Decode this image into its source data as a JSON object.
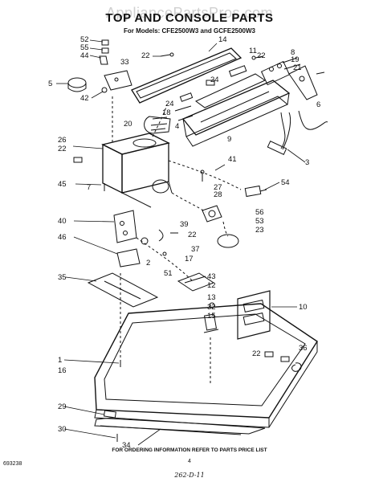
{
  "header": {
    "watermark": "AppliancePartsPros.com",
    "title": "TOP AND CONSOLE PARTS",
    "subtitle": "For Models: CFE2500W3 and GCFE2500W3"
  },
  "footer": {
    "note": "FOR ORDERING INFORMATION REFER TO PARTS PRICE LIST",
    "page": "4",
    "handwritten": "262-D-11",
    "doc_number": "693238"
  },
  "callouts": [
    {
      "id": "c52",
      "label": "52"
    },
    {
      "id": "c55",
      "label": "55"
    },
    {
      "id": "c44",
      "label": "44"
    },
    {
      "id": "c33",
      "label": "33"
    },
    {
      "id": "c5",
      "label": "5"
    },
    {
      "id": "c42",
      "label": "42"
    },
    {
      "id": "c22a",
      "label": "22"
    },
    {
      "id": "c14",
      "label": "14"
    },
    {
      "id": "c11",
      "label": "11"
    },
    {
      "id": "c22b",
      "label": "22"
    },
    {
      "id": "c8",
      "label": "8"
    },
    {
      "id": "c19",
      "label": "19"
    },
    {
      "id": "c21",
      "label": "21"
    },
    {
      "id": "c24a",
      "label": "24"
    },
    {
      "id": "c24b",
      "label": "24"
    },
    {
      "id": "c18",
      "label": "18"
    },
    {
      "id": "c4",
      "label": "4"
    },
    {
      "id": "c6",
      "label": "6"
    },
    {
      "id": "c20",
      "label": "20"
    },
    {
      "id": "c9",
      "label": "9"
    },
    {
      "id": "c26",
      "label": "26"
    },
    {
      "id": "c22c",
      "label": "22"
    },
    {
      "id": "c3",
      "label": "3"
    },
    {
      "id": "c41",
      "label": "41"
    },
    {
      "id": "c45",
      "label": "45"
    },
    {
      "id": "c7",
      "label": "7"
    },
    {
      "id": "c27",
      "label": "27"
    },
    {
      "id": "c28",
      "label": "28"
    },
    {
      "id": "c54",
      "label": "54"
    },
    {
      "id": "c56",
      "label": "56"
    },
    {
      "id": "c53",
      "label": "53"
    },
    {
      "id": "c40",
      "label": "40"
    },
    {
      "id": "c39",
      "label": "39"
    },
    {
      "id": "c23",
      "label": "23"
    },
    {
      "id": "c22d",
      "label": "22"
    },
    {
      "id": "c46",
      "label": "46"
    },
    {
      "id": "c37",
      "label": "37"
    },
    {
      "id": "c17",
      "label": "17"
    },
    {
      "id": "c2",
      "label": "2"
    },
    {
      "id": "c51",
      "label": "51"
    },
    {
      "id": "c35",
      "label": "35"
    },
    {
      "id": "c43",
      "label": "43"
    },
    {
      "id": "c12",
      "label": "12"
    },
    {
      "id": "c13",
      "label": "13"
    },
    {
      "id": "c32",
      "label": "32"
    },
    {
      "id": "c15",
      "label": "15"
    },
    {
      "id": "c10",
      "label": "10"
    },
    {
      "id": "c1",
      "label": "1"
    },
    {
      "id": "c16",
      "label": "16"
    },
    {
      "id": "c22e",
      "label": "22"
    },
    {
      "id": "c36",
      "label": "36"
    },
    {
      "id": "c29",
      "label": "29"
    },
    {
      "id": "c30",
      "label": "30"
    },
    {
      "id": "c34",
      "label": "34"
    }
  ]
}
